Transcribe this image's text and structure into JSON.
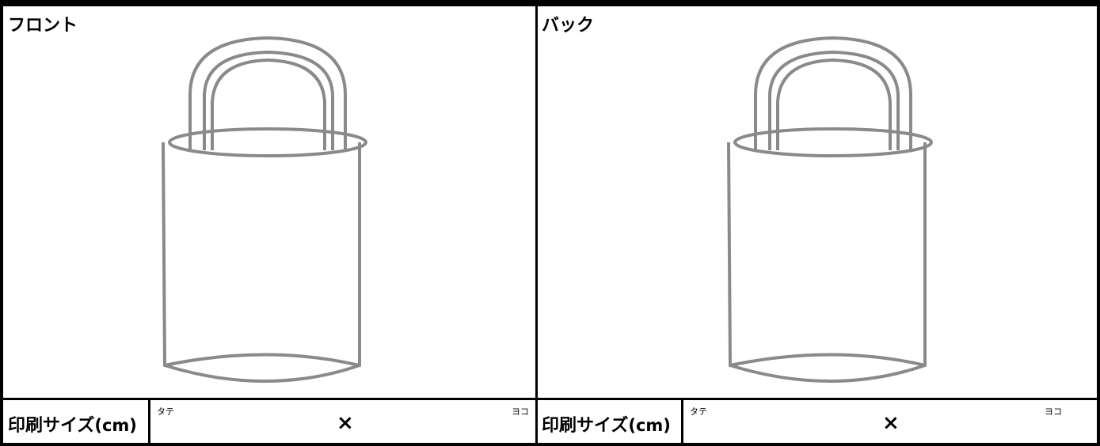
{
  "panels": {
    "front": {
      "title": "フロント",
      "print_size": {
        "label": "印刷サイズ",
        "unit": "(cm)",
        "tate": "タテ",
        "times": "×",
        "yoko": "ヨコ"
      }
    },
    "back": {
      "title": "バック",
      "print_size": {
        "label": "印刷サイズ",
        "unit": "(cm)",
        "tate": "タテ",
        "times": "×",
        "yoko": "ヨコ"
      }
    }
  },
  "colors": {
    "border": "#000000",
    "bag_outline": "#8a8a8a",
    "background": "#ffffff"
  },
  "icons": {
    "bag": "tote-bag-outline-icon"
  }
}
